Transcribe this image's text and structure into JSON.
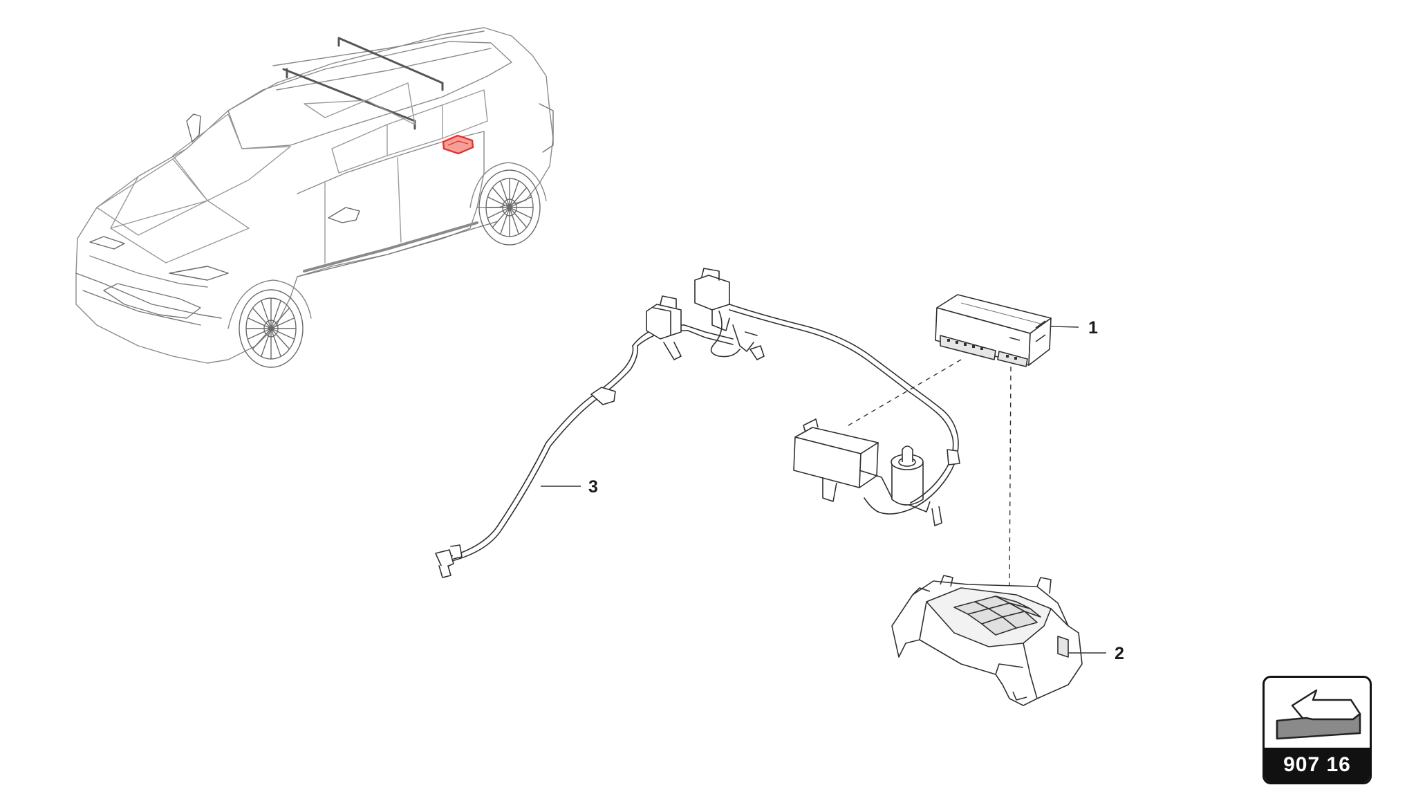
{
  "callouts": [
    {
      "label": "1",
      "part": "control-unit"
    },
    {
      "label": "2",
      "part": "mounting-bracket"
    },
    {
      "label": "3",
      "part": "wiring-harness"
    }
  ],
  "page_reference": {
    "number": "907 16",
    "icon": "back-arrow-icon"
  },
  "colors": {
    "line": "#4a4a4a",
    "highlight": "#e8322b",
    "light_line": "#9a9a9a"
  }
}
